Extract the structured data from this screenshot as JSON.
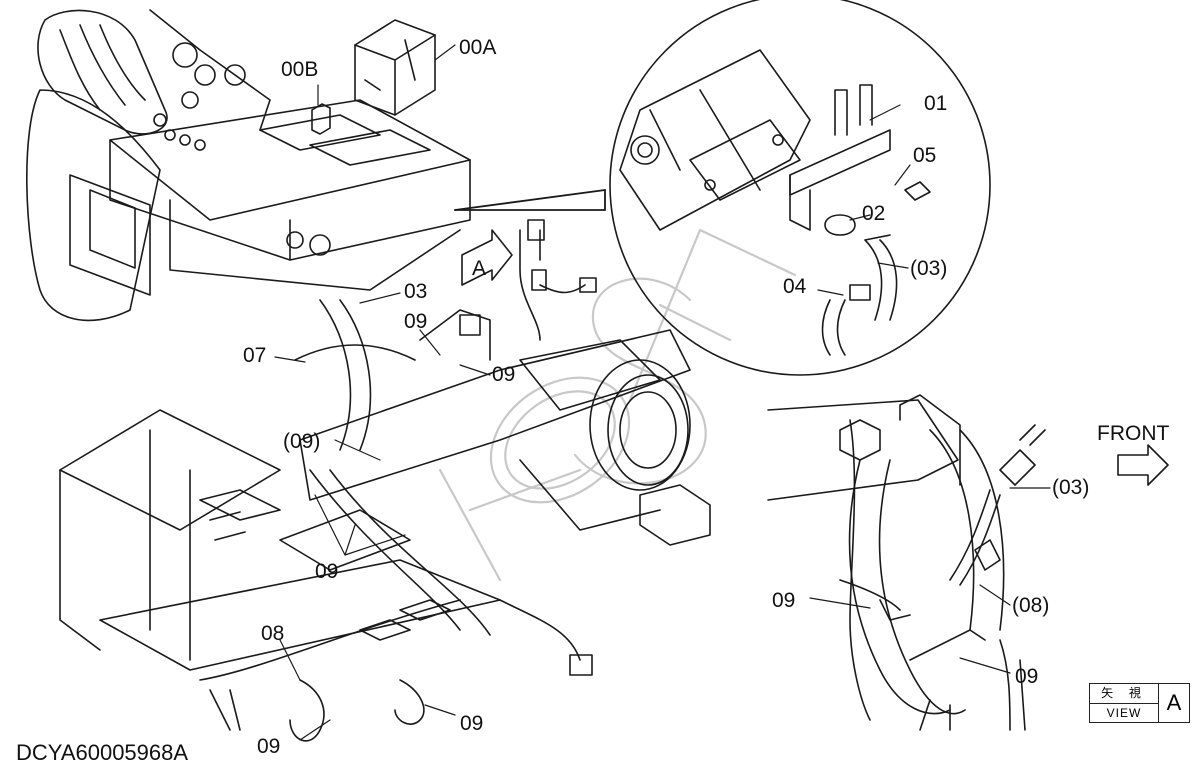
{
  "diagram": {
    "drawing_code": "DCYA60005968A",
    "watermark": "SO",
    "labels": {
      "00A": "00A",
      "00B": "00B",
      "01": "01",
      "02": "02",
      "03": "03",
      "03p": "(03)",
      "04": "04",
      "05": "05",
      "07": "07",
      "08": "08",
      "08p": "(08)",
      "09": "09",
      "09p": "(09)",
      "A": "A"
    },
    "front_label": "FRONT",
    "view_box": {
      "jp": "矢 視",
      "en": "VIEW",
      "letter": "A"
    }
  }
}
